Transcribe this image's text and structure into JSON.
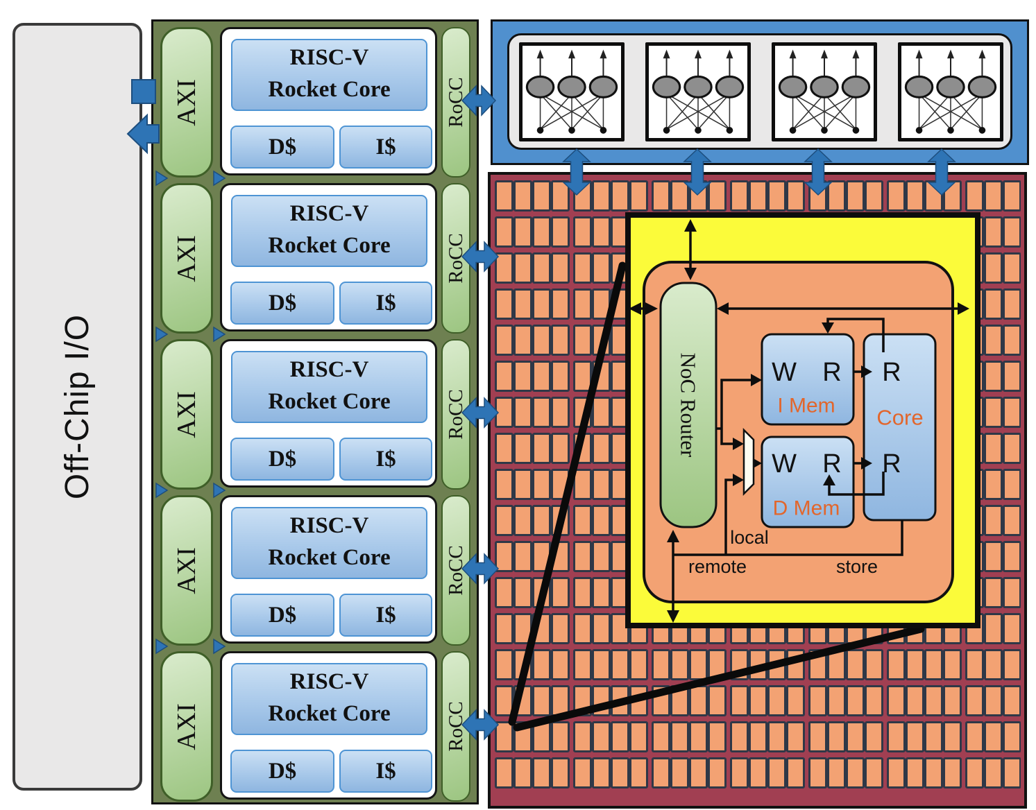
{
  "offchip": {
    "label": "Off-Chip I/O"
  },
  "rocket_tiles": [
    {
      "axi_label": "AXI",
      "core_line1": "RISC-V",
      "core_line2": "Rocket Core",
      "dcache_label": "D$",
      "icache_label": "I$",
      "rocc_label": "RoCC"
    },
    {
      "axi_label": "AXI",
      "core_line1": "RISC-V",
      "core_line2": "Rocket Core",
      "dcache_label": "D$",
      "icache_label": "I$",
      "rocc_label": "RoCC"
    },
    {
      "axi_label": "AXI",
      "core_line1": "RISC-V",
      "core_line2": "Rocket Core",
      "dcache_label": "D$",
      "icache_label": "I$",
      "rocc_label": "RoCC"
    },
    {
      "axi_label": "AXI",
      "core_line1": "RISC-V",
      "core_line2": "Rocket Core",
      "dcache_label": "D$",
      "icache_label": "I$",
      "rocc_label": "RoCC"
    },
    {
      "axi_label": "AXI",
      "core_line1": "RISC-V",
      "core_line2": "Rocket Core",
      "dcache_label": "D$",
      "icache_label": "I$",
      "rocc_label": "RoCC"
    }
  ],
  "accelerator_panel": {
    "units": [
      {
        "icon": "neural-network-icon"
      },
      {
        "icon": "neural-network-icon"
      },
      {
        "icon": "neural-network-icon"
      },
      {
        "icon": "neural-network-icon"
      }
    ]
  },
  "tile_detail": {
    "noc_router_label": "NoC Router",
    "imem": {
      "write_port": "W",
      "read_port": "R",
      "label": "I Mem"
    },
    "dmem": {
      "write_port": "W",
      "read_port": "R",
      "label": "D Mem"
    },
    "core": {
      "read_port_top": "R",
      "read_port_bottom": "R",
      "label": "Core"
    },
    "wire_labels": {
      "local": "local",
      "remote": "remote",
      "store": "store"
    }
  },
  "colors": {
    "arrow_blue": "#2E74B5",
    "cluster_green": "#6E8051",
    "pill_green_light": "#D9EBCC",
    "pill_green_dark": "#9CC581",
    "pill_border_green": "#3F5F28",
    "box_blue_light": "#CBE0F4",
    "box_blue_dark": "#8FB6E0",
    "nn_panel_blue": "#5090CE",
    "panel_gray": "#E9E8E8",
    "manycore_maroon": "#A13F52",
    "cell_orange": "#F3A273",
    "cell_border": "#2F3847",
    "callout_yellow": "#FBFB3A",
    "mem_label_orange": "#E2662C"
  }
}
